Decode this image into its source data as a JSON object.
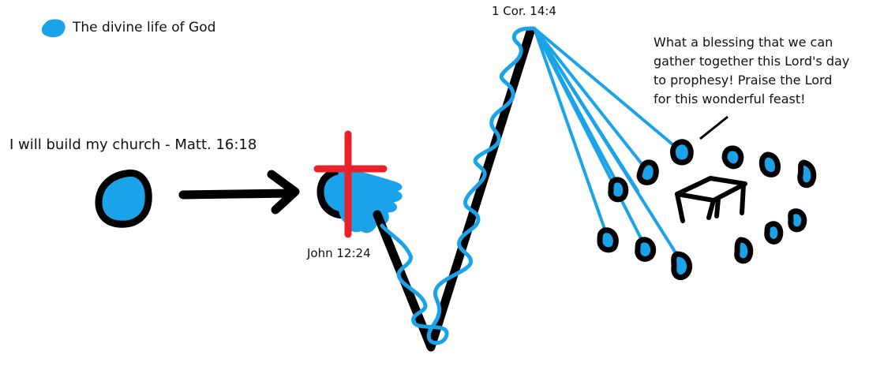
{
  "legend": {
    "label": "The divine life of God",
    "color": "#1aa3e8"
  },
  "labels": {
    "build": "I will build my church - Matt. 16:18",
    "john": "John 12:24",
    "cor": "1 Cor. 14:4"
  },
  "quote": {
    "lines": [
      "What a blessing that we can",
      "gather together this Lord's day",
      "to prophesy! Praise the Lord",
      "for this wonderful feast!"
    ]
  },
  "colors": {
    "life": "#1aa3e8",
    "ink": "#000000",
    "cross": "#e8212b"
  },
  "icons": {
    "cross": "cross-icon",
    "table": "table-icon"
  }
}
